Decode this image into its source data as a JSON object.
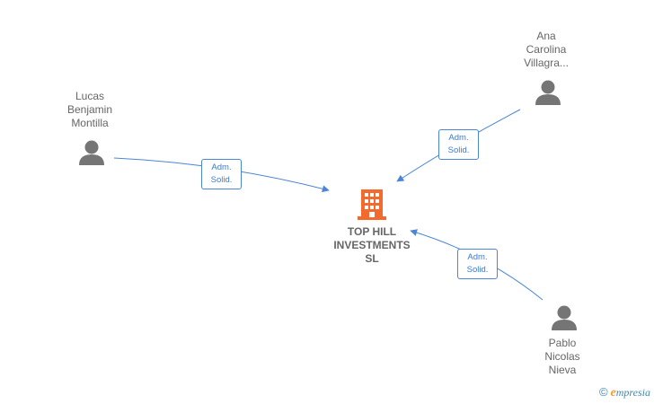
{
  "company": {
    "name": "TOP HILL\nINVESTMENTS\nSL",
    "icon": "building-icon",
    "color": "#f26a2e"
  },
  "people": [
    {
      "id": "lucas",
      "name": "Lucas\nBenjamin\nMontilla",
      "icon": "person-icon"
    },
    {
      "id": "ana",
      "name": "Ana\nCarolina\nVillagra...",
      "icon": "person-icon"
    },
    {
      "id": "pablo",
      "name": "Pablo\nNicolas\nNieva",
      "icon": "person-icon"
    }
  ],
  "edges": [
    {
      "from": "lucas",
      "line1": "Adm.",
      "line2": "Solid."
    },
    {
      "from": "ana",
      "line1": "Adm.",
      "line2": "Solid."
    },
    {
      "from": "pablo",
      "line1": "Adm.",
      "line2": "Solid."
    }
  ],
  "brand": {
    "copyright": "©",
    "initial": "e",
    "rest": "mpresia"
  },
  "colors": {
    "edge": "#4a86d4",
    "person": "#757575",
    "label": "#666666"
  }
}
